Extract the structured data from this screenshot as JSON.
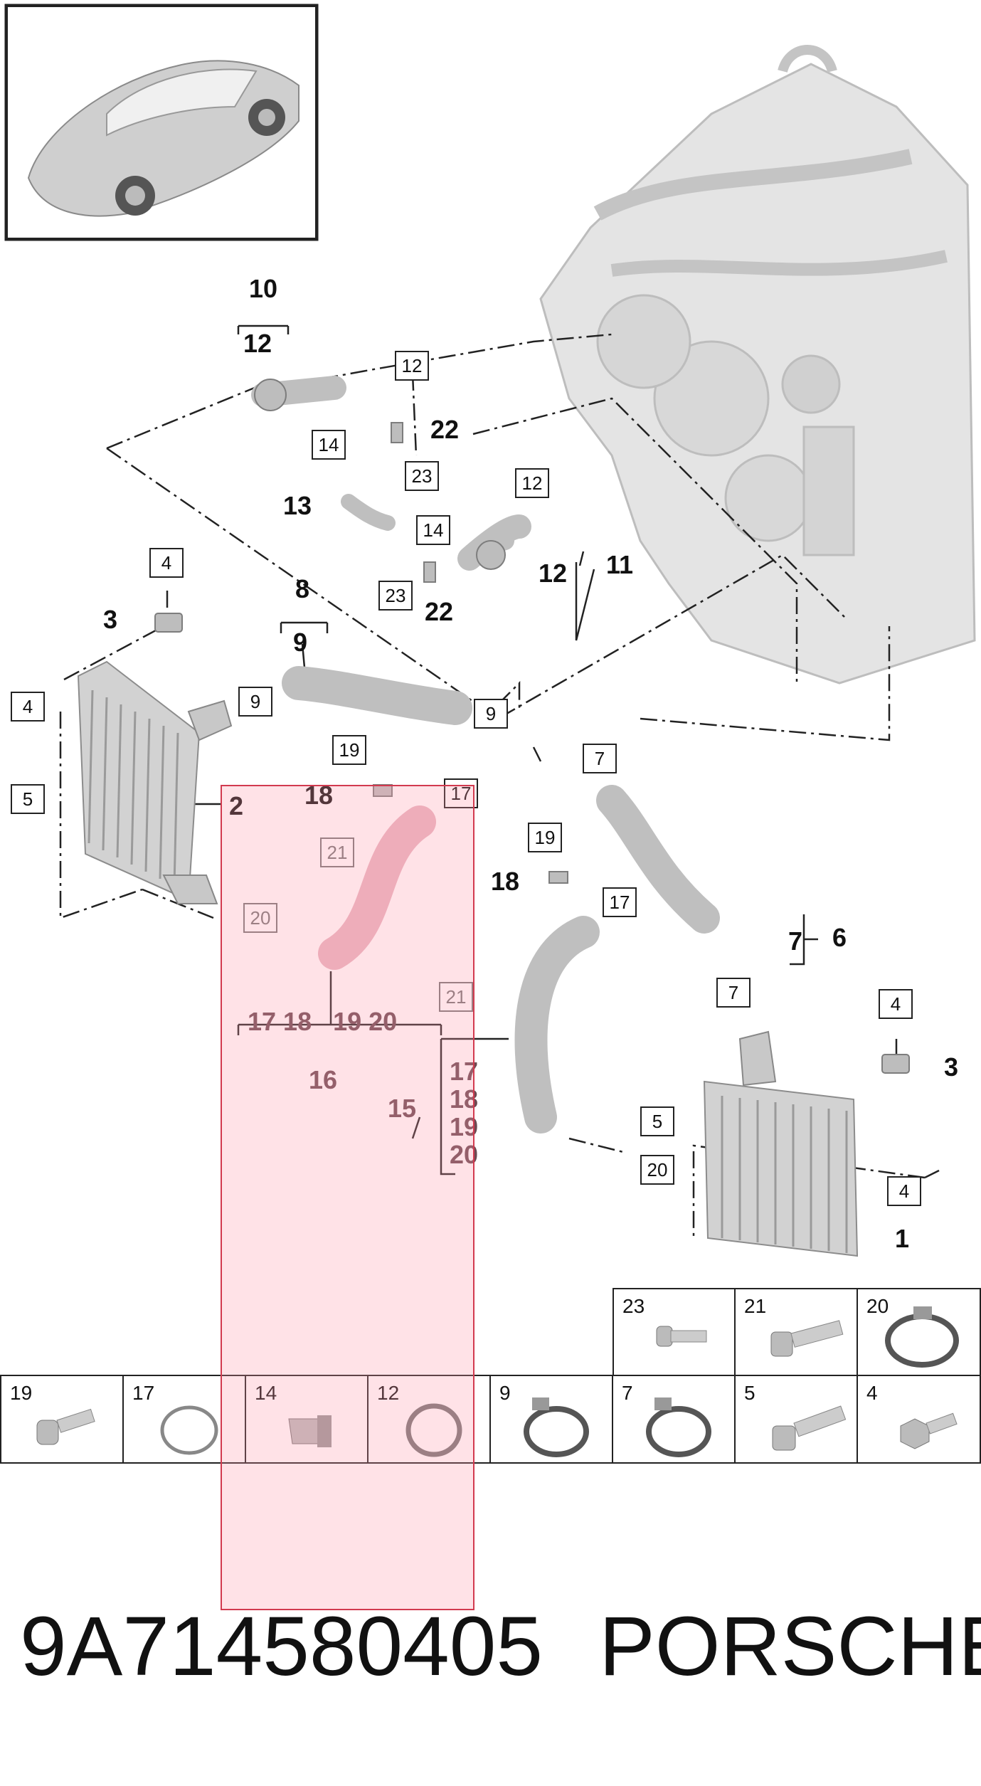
{
  "callouts": {
    "n1": "1",
    "n2": "2",
    "n3a": "3",
    "n3b": "3",
    "n6": "6",
    "n7": "7",
    "n8": "8",
    "n9": "9",
    "n10": "10",
    "n11": "11",
    "n12a": "12",
    "n12b": "12",
    "n13": "13",
    "n15": "15",
    "n16": "16",
    "n18a": "18",
    "n18b": "18",
    "n22a": "22",
    "n22b": "22",
    "g16": "17 18   19 20",
    "g15_17": "17",
    "g15_18": "18",
    "g15_19": "19",
    "g15_20": "20"
  },
  "boxes": {
    "b12a": "12",
    "b12b": "12",
    "b14a": "14",
    "b14b": "14",
    "b23a": "23",
    "b23b": "23",
    "b4a": "4",
    "b4b": "4",
    "b4c": "4",
    "b4d": "4",
    "b5a": "5",
    "b5b": "5",
    "b9a": "9",
    "b9b": "9",
    "b7a": "7",
    "b7b": "7",
    "b17a": "17",
    "b17b": "17",
    "b19a": "19",
    "b19b": "19",
    "b21a": "21",
    "b21b": "21",
    "b20a": "20",
    "b20b": "20"
  },
  "parts_table": {
    "top_row": [
      "23",
      "21",
      "20"
    ],
    "bottom_row": [
      "19",
      "17",
      "14",
      "12",
      "9",
      "7",
      "5",
      "4"
    ]
  },
  "footer": {
    "part_number": "9A714580405",
    "brand": "PORSCHE"
  },
  "colors": {
    "highlight_fill": "#ffb3c2",
    "highlight_border": "#d23a4f",
    "part_gray": "#c8c8c8"
  }
}
